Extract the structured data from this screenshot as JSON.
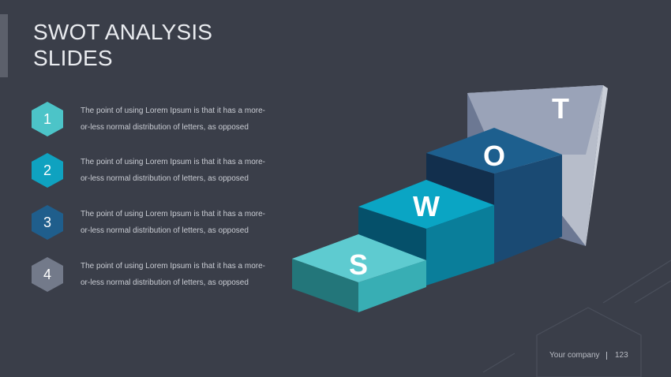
{
  "slide": {
    "title_line1": "SWOT ANALYSIS",
    "title_line2": "SLIDES"
  },
  "items": [
    {
      "number": "1",
      "text_line1": "The point of using Lorem Ipsum is that it has a more-",
      "text_line2": "or-less normal distribution of letters, as opposed",
      "color": "#4cc4c8"
    },
    {
      "number": "2",
      "text_line1": "The point of using Lorem Ipsum is that it has a more-",
      "text_line2": "or-less normal distribution of letters, as opposed",
      "color": "#0fa2c0"
    },
    {
      "number": "3",
      "text_line1": "The point of using Lorem Ipsum is that it has a more-",
      "text_line2": "or-less normal distribution of letters, as opposed",
      "color": "#1f5e8c"
    },
    {
      "number": "4",
      "text_line1": "The point of using Lorem Ipsum is that it has a more-",
      "text_line2": "or-less normal distribution of letters, as opposed",
      "color": "#737a8a"
    }
  ],
  "stairs": {
    "s_label": "S",
    "w_label": "W",
    "o_label": "O",
    "t_label": "T"
  },
  "footer": {
    "company": "Your company",
    "page": "123"
  },
  "colors": {
    "background": "#3a3e49",
    "s_top": "#5ecbd0",
    "w_top": "#0aa5c4",
    "o_top": "#1d5f8e",
    "t_top": "#9aa3b8"
  }
}
